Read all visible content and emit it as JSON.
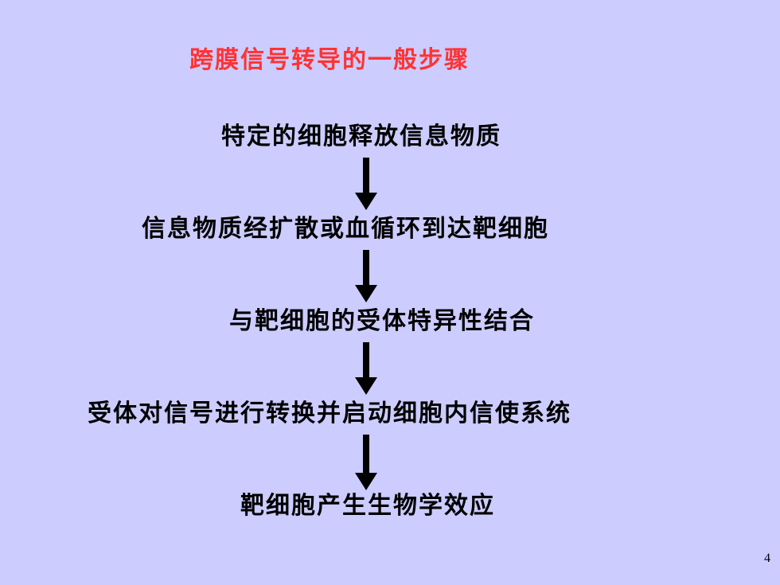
{
  "slide": {
    "title": "跨膜信号转导的一般步骤",
    "title_color": "#ff3333",
    "background_color": "#ccccff",
    "steps": [
      {
        "label": "特定的细胞释放信息物质"
      },
      {
        "label": "信息物质经扩散或血循环到达靶细胞"
      },
      {
        "label": "与靶细胞的受体特异性结合"
      },
      {
        "label": "受体对信号进行转换并启动细胞内信使系统"
      },
      {
        "label": "靶细胞产生生物学效应"
      }
    ],
    "arrow_icon": "arrow-down-icon",
    "page_number": "4"
  }
}
